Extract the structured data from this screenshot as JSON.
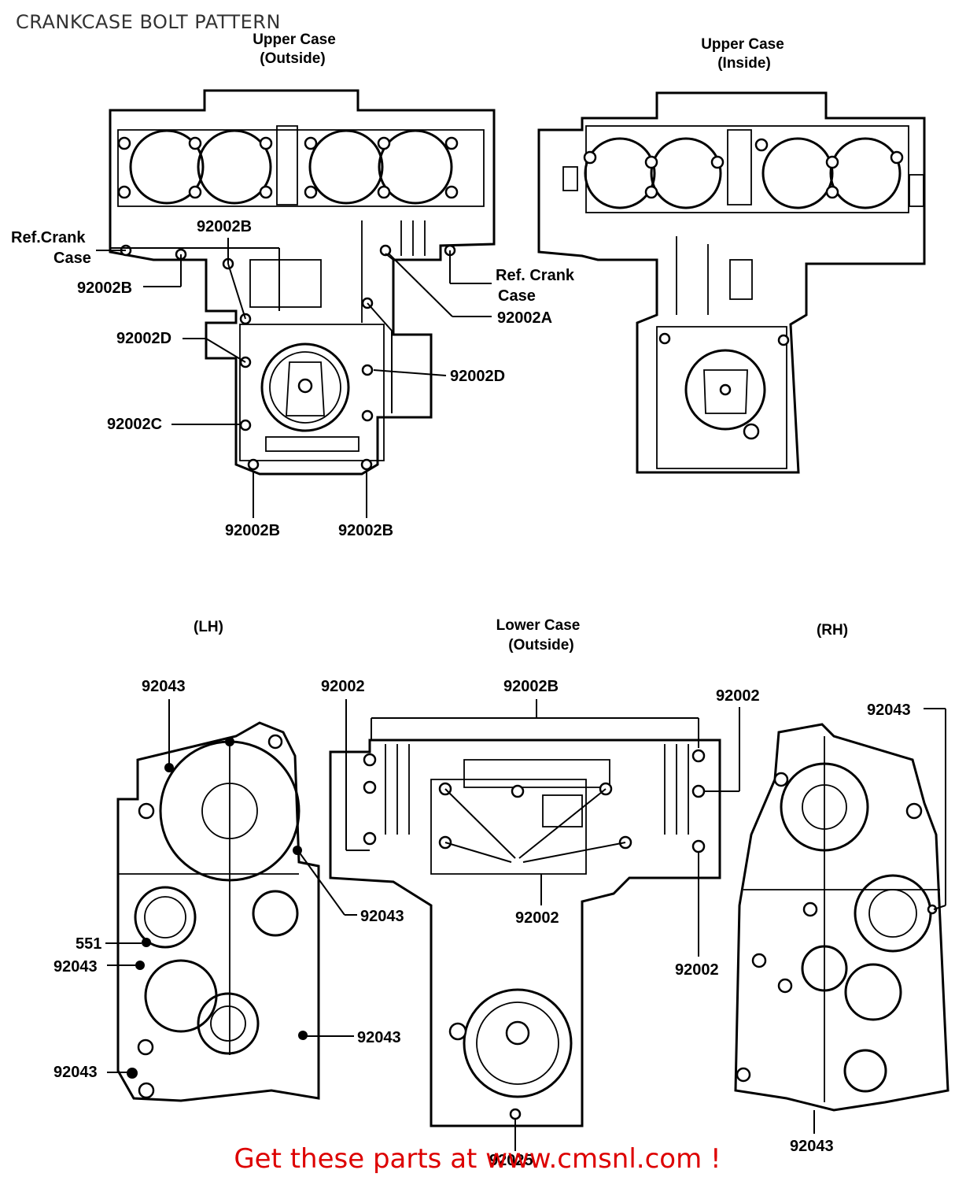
{
  "page": {
    "title": "CRANKCASE BOLT PATTERN",
    "footer": "Get these parts at www.cmsnl.com !"
  },
  "views": {
    "upper_outside": {
      "title_1": "Upper Case",
      "title_2": "(Outside)"
    },
    "upper_inside": {
      "title_1": "Upper Case",
      "title_2": "(Inside)"
    },
    "lower_outside": {
      "title_1": "Lower Case",
      "title_2": "(Outside)"
    },
    "lh": {
      "title": "(LH)"
    },
    "rh": {
      "title": "(RH)"
    }
  },
  "callouts": {
    "upper": {
      "ref_crank_left_1": "Ref.Crank",
      "ref_crank_left_2": "Case",
      "ref_crank_right_1": "Ref. Crank",
      "ref_crank_right_2": "Case",
      "b_top": "92002B",
      "b_left": "92002B",
      "a_right": "92002A",
      "d_left": "92002D",
      "d_right": "92002D",
      "c_left": "92002C",
      "b_bottom_left": "92002B",
      "b_bottom_right": "92002B"
    },
    "lower": {
      "top_left": "92002",
      "top_center": "92002B",
      "top_right": "92002",
      "middle": "92002",
      "right_lower": "92002",
      "bottom": "92025"
    },
    "lh": {
      "top": "92043",
      "right_upper": "92043",
      "left_551": "551",
      "left_mid": "92043",
      "right_lower": "92043",
      "left_bottom": "92043"
    },
    "rh": {
      "top": "92043",
      "bottom": "92043"
    }
  }
}
